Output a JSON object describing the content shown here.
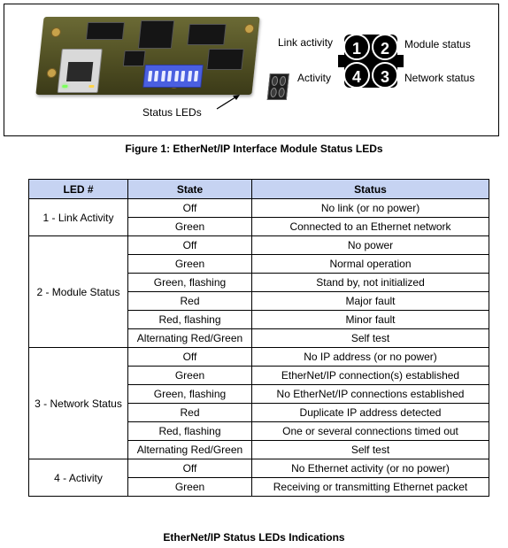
{
  "figure": {
    "status_leds_label": "Status LEDs",
    "legend": {
      "link_activity": "Link activity",
      "activity": "Activity",
      "module_status": "Module status",
      "network_status": "Network status",
      "led_numbers": [
        "1",
        "2",
        "4",
        "3"
      ]
    },
    "caption": "Figure 1: EtherNet/IP Interface Module Status LEDs"
  },
  "table": {
    "headers": {
      "led": "LED #",
      "state": "State",
      "status": "Status"
    },
    "groups": [
      {
        "led": "1 - Link Activity",
        "rows": [
          {
            "state": "Off",
            "status": "No link (or no power)"
          },
          {
            "state": "Green",
            "status": "Connected to an Ethernet network"
          }
        ]
      },
      {
        "led": "2 - Module Status",
        "rows": [
          {
            "state": "Off",
            "status": "No power"
          },
          {
            "state": "Green",
            "status": "Normal operation"
          },
          {
            "state": "Green, flashing",
            "status": "Stand by, not initialized"
          },
          {
            "state": "Red",
            "status": "Major fault"
          },
          {
            "state": "Red, flashing",
            "status": "Minor fault"
          },
          {
            "state": "Alternating Red/Green",
            "status": "Self test"
          }
        ]
      },
      {
        "led": "3 - Network Status",
        "rows": [
          {
            "state": "Off",
            "status": "No IP address (or no power)"
          },
          {
            "state": "Green",
            "status": "EtherNet/IP connection(s) established"
          },
          {
            "state": "Green, flashing",
            "status": "No EtherNet/IP connections established"
          },
          {
            "state": "Red",
            "status": "Duplicate IP address detected"
          },
          {
            "state": "Red, flashing",
            "status": "One or several connections timed out"
          },
          {
            "state": "Alternating Red/Green",
            "status": "Self test"
          }
        ]
      },
      {
        "led": "4 - Activity",
        "rows": [
          {
            "state": "Off",
            "status": "No Ethernet activity (or no power)"
          },
          {
            "state": "Green",
            "status": "Receiving or transmitting Ethernet packet"
          }
        ]
      }
    ],
    "caption": "EtherNet/IP Status LEDs Indications"
  },
  "colors": {
    "header_bg": "#c6d3f2",
    "dip_switch": "#4a5fe0",
    "pcb": "#4e4d22"
  }
}
